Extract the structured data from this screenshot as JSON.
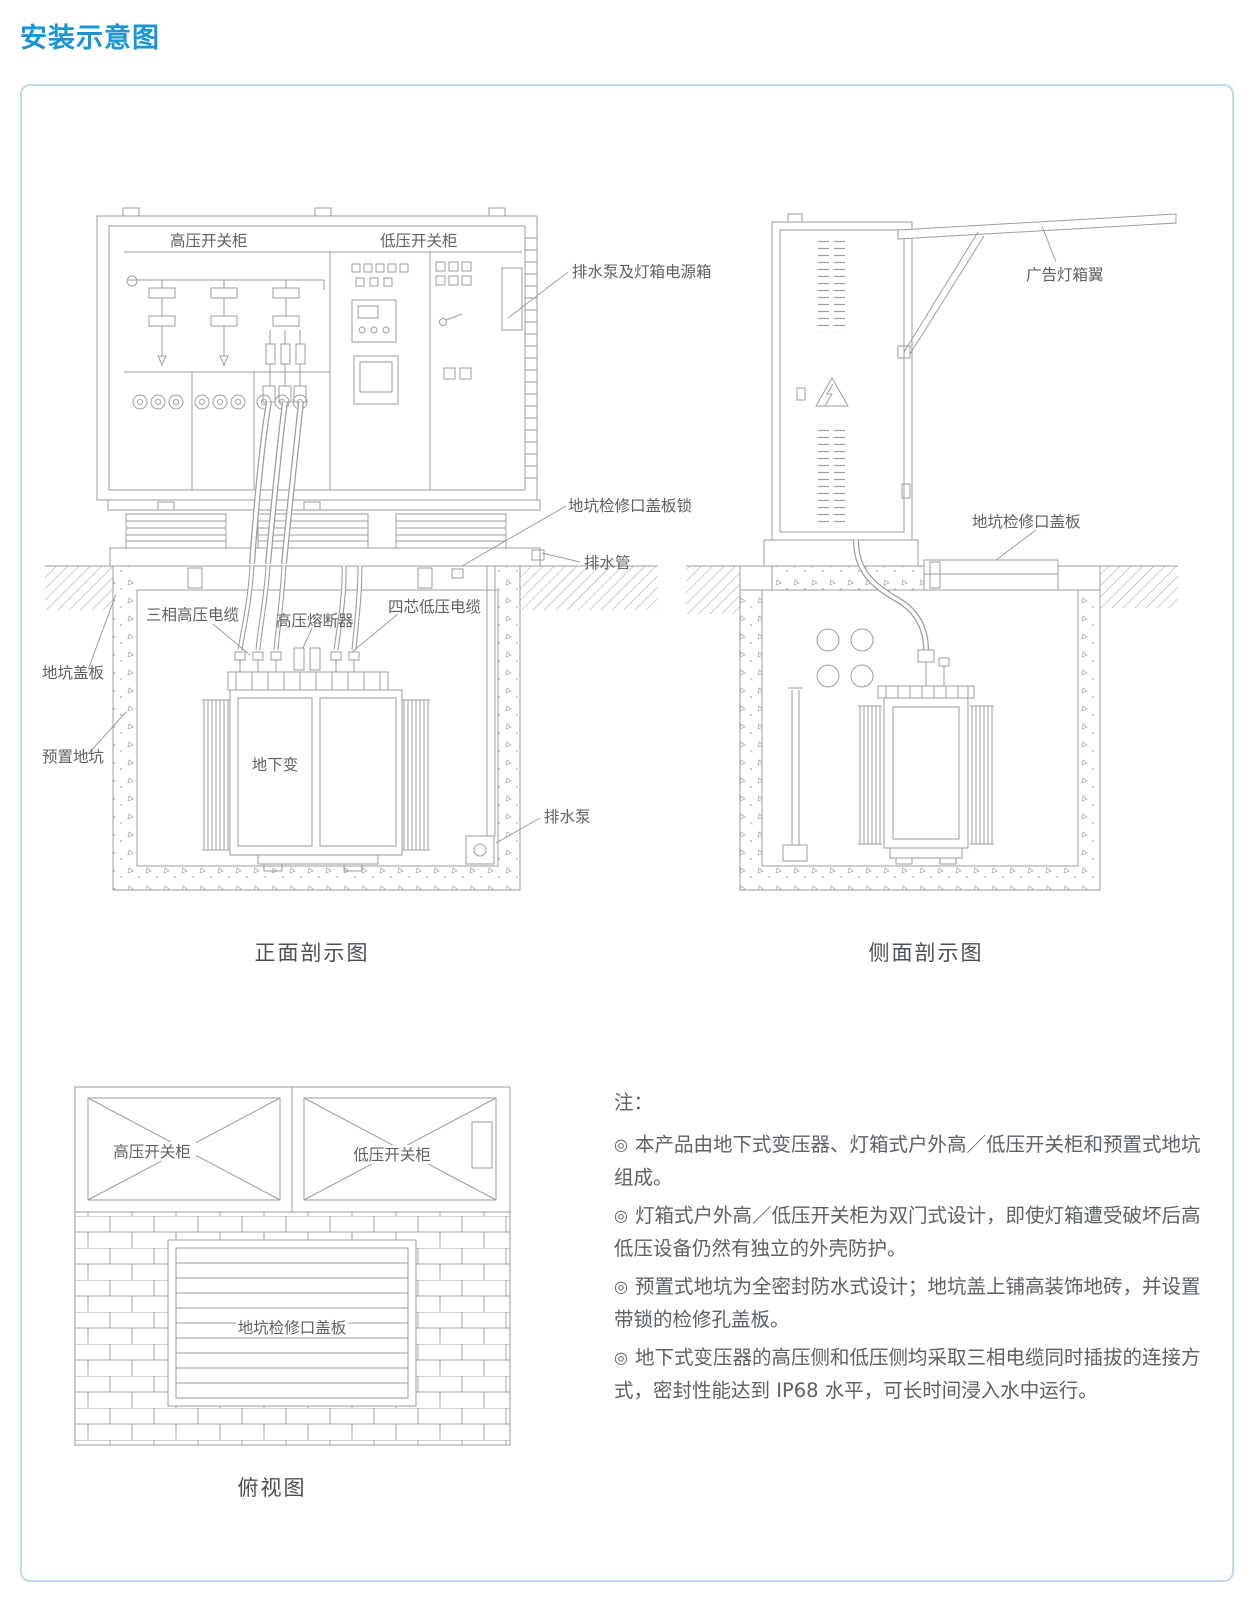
{
  "page": {
    "title": "安装示意图"
  },
  "front_view": {
    "caption": "正面剖示图",
    "labels": {
      "hv_cabinet": "高压开关柜",
      "lv_cabinet": "低压开关柜",
      "pump_power_box": "排水泵及灯箱电源箱",
      "cover_lock": "地坑检修口盖板锁",
      "drain_pipe": "排水管",
      "three_phase_hv_cable": "三相高压电缆",
      "hv_fuse": "高压熔断器",
      "four_core_lv_cable": "四芯低压电缆",
      "pit_cover": "地坑盖板",
      "prefab_pit": "预置地坑",
      "underground_transformer": "地下变",
      "drain_pump": "排水泵"
    }
  },
  "side_view": {
    "caption": "侧面剖示图",
    "labels": {
      "ad_lightbox_wing": "广告灯箱翼",
      "pit_access_cover": "地坑检修口盖板"
    }
  },
  "top_view": {
    "caption": "俯视图",
    "labels": {
      "hv_cabinet": "高压开关柜",
      "lv_cabinet": "低压开关柜",
      "pit_access_cover": "地坑检修口盖板"
    }
  },
  "notes": {
    "heading": "注：",
    "bullet": "◎",
    "items": [
      "本产品由地下式变压器、灯箱式户外高／低压开关柜和预置式地坑 组成。",
      "灯箱式户外高／低压开关柜为双门式设计，即使灯箱遭受破坏后高低压设备仍然有独立的外壳防护。",
      "预置式地坑为全密封防水式设计；地坑盖上铺高装饰地砖，并设置带锁的检修孔盖板。",
      "地下式变压器的高压侧和低压侧均采取三相电缆同时插拔的连接方式，密封性能达到 IP68 水平，可长时间浸入水中运行。"
    ]
  },
  "colors": {
    "title_blue": "#1695d8",
    "frame_border": "#badcf0",
    "line_gray": "#989ea6",
    "text_gray": "#5b6166"
  }
}
